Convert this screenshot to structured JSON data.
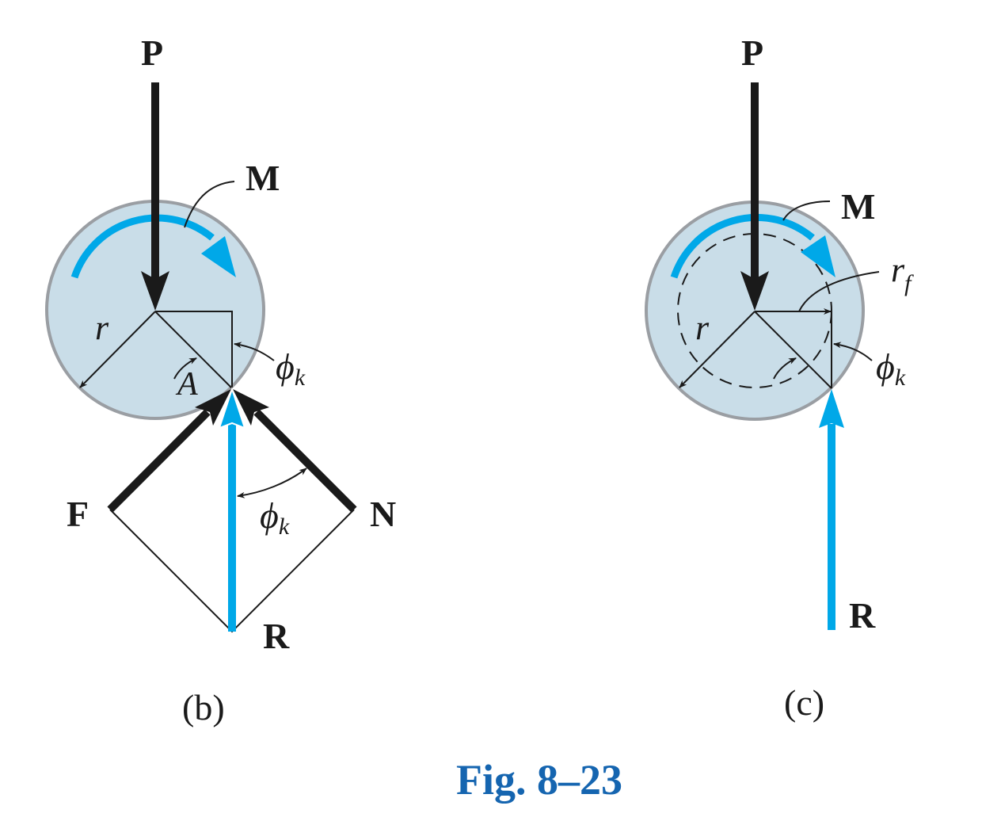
{
  "figure": {
    "caption": "Fig. 8–23",
    "colors": {
      "disk_fill": "#c9dde8",
      "disk_stroke": "#9a9ea3",
      "force_black": "#1a1a1a",
      "force_blue": "#00a8e8",
      "caption_blue": "#1565b0"
    }
  },
  "panel_b": {
    "sublabel": "(b)",
    "load_label": "P",
    "moment_label": "M",
    "radius_label": "r",
    "point_label": "A",
    "angle_label_top": "ϕ",
    "angle_label_top_sub": "k",
    "angle_label_bottom": "ϕ",
    "angle_label_bottom_sub": "k",
    "friction_label": "F",
    "normal_label": "N",
    "resultant_label": "R"
  },
  "panel_c": {
    "sublabel": "(c)",
    "load_label": "P",
    "moment_label": "M",
    "radius_label": "r",
    "friction_circle_label": "r",
    "friction_circle_sub": "f",
    "angle_label": "ϕ",
    "angle_label_sub": "k",
    "resultant_label": "R"
  }
}
